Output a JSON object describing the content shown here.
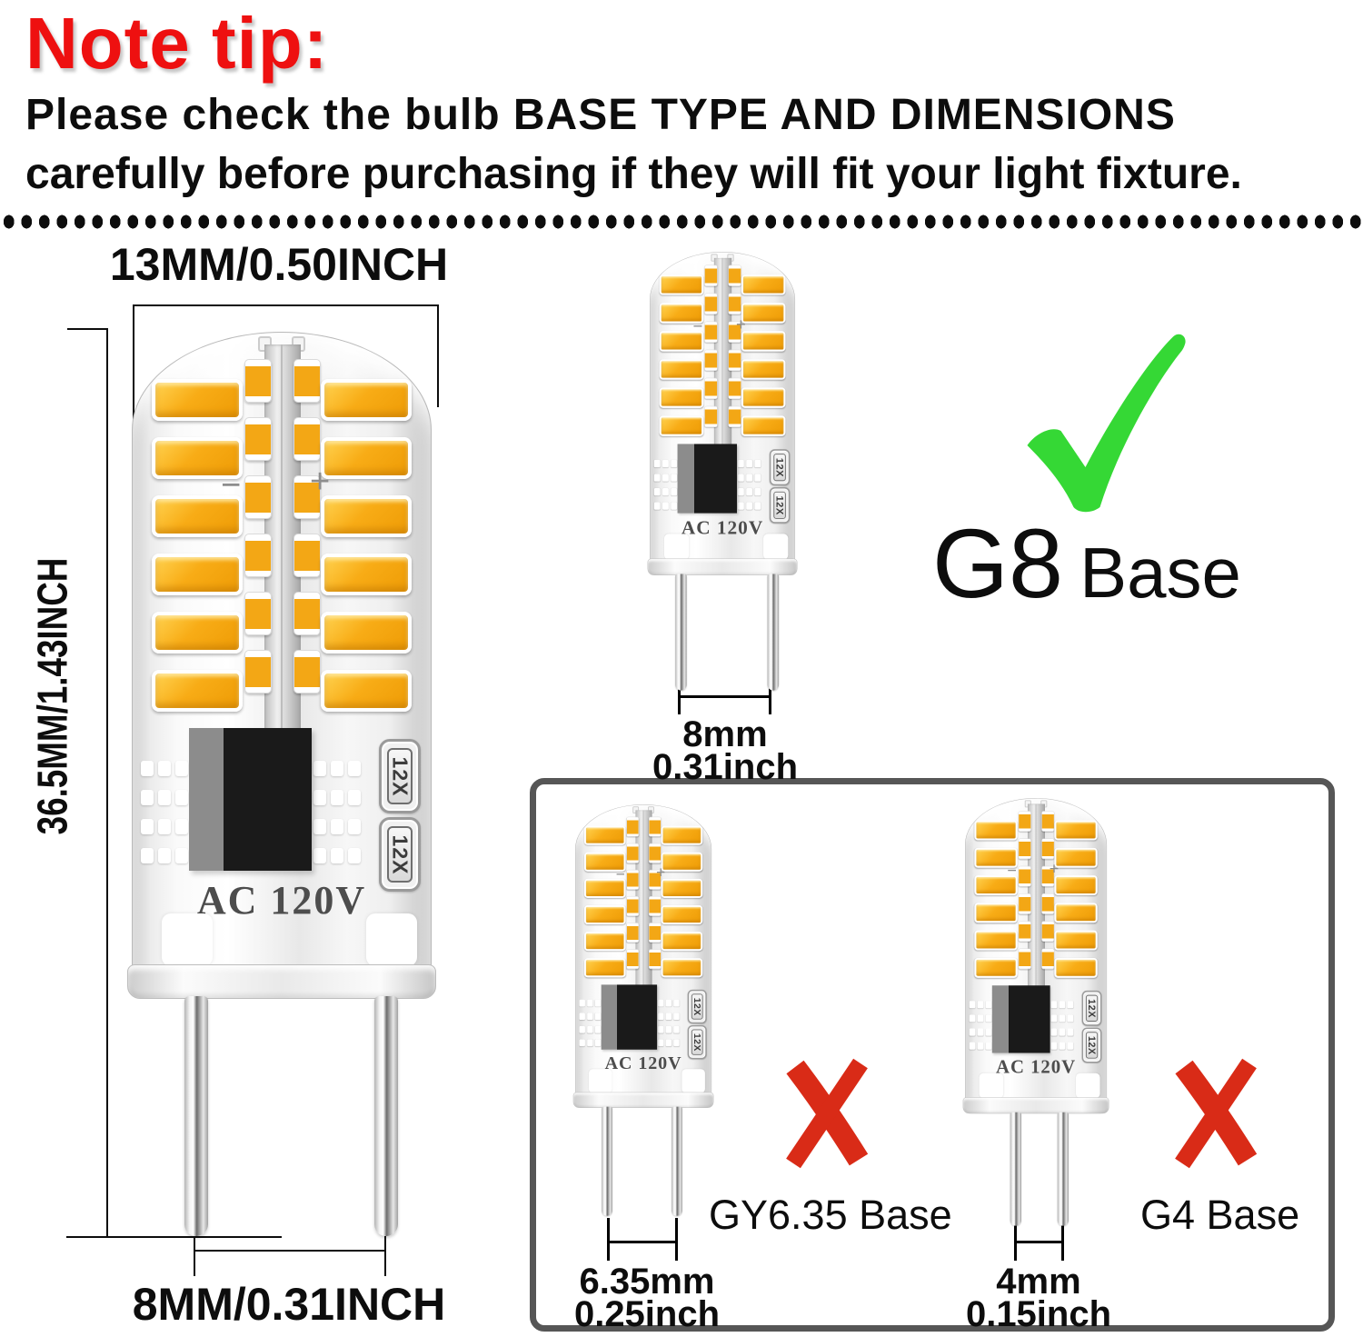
{
  "header": {
    "note_tip": "Note tip:",
    "line1": "Please check the bulb BASE TYPE AND DIMENSIONS",
    "line2": "carefully before purchasing if they will fit your light fixture."
  },
  "main_bulb": {
    "width_label": "13MM/0.50INCH",
    "height_label": "36.5MM/1.43INCH",
    "pin_spacing_label": "8MM/0.31INCH"
  },
  "bulb_markings": {
    "voltage": "AC 120V",
    "chip_count": "12X",
    "minus": "−",
    "plus": "+"
  },
  "g8": {
    "pin_mm": "8mm",
    "pin_inch": "0.31inch",
    "base_name": "G8",
    "base_word": "Base",
    "status": "correct-check"
  },
  "gy635": {
    "pin_mm": "6.35mm",
    "pin_inch": "0.25inch",
    "base_label": "GY6.35 Base",
    "status": "wrong-cross"
  },
  "g4": {
    "pin_mm": "4mm",
    "pin_inch": "0.15inch",
    "base_label": "G4 Base",
    "status": "wrong-cross"
  },
  "colors": {
    "note_red": "#ee1010",
    "cross_red": "#d92b17",
    "check_green": "#35d835",
    "led_amber": "#f5a41c"
  }
}
